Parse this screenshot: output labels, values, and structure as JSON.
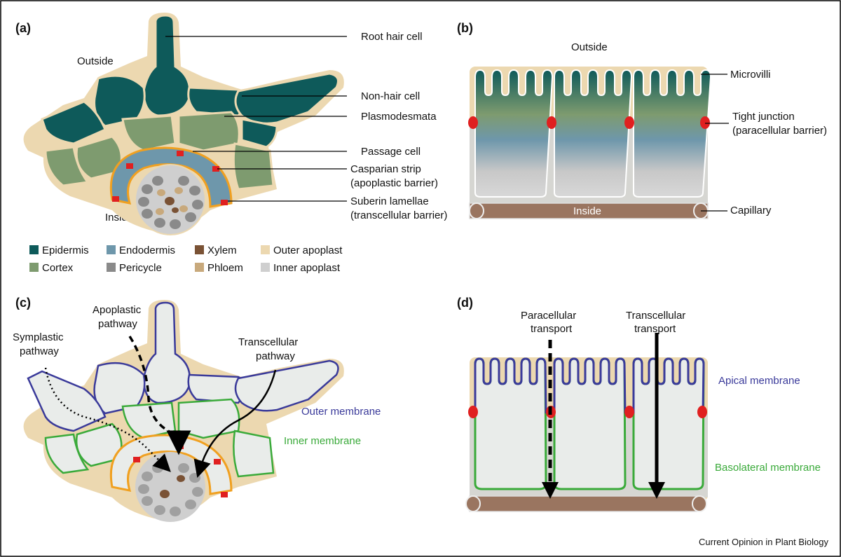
{
  "panels": {
    "a": "(a)",
    "b": "(b)",
    "c": "(c)",
    "d": "(d)"
  },
  "panel_a": {
    "outside": "Outside",
    "inside": "Inside",
    "labels": {
      "root_hair_cell": "Root hair cell",
      "non_hair_cell": "Non-hair cell",
      "plasmodesmata": "Plasmodesmata",
      "passage_cell": "Passage cell",
      "casparian_strip_1": "Casparian strip",
      "casparian_strip_2": "(apoplastic barrier)",
      "suberin_1": "Suberin lamellae",
      "suberin_2": "(transcellular barrier)"
    }
  },
  "panel_b": {
    "outside": "Outside",
    "inside": "Inside",
    "labels": {
      "microvilli": "Microvilli",
      "tight_junction_1": "Tight junction",
      "tight_junction_2": "(paracellular barrier)",
      "capillary": "Capillary"
    }
  },
  "legend": [
    {
      "label": "Epidermis",
      "color": "#0e5a5a"
    },
    {
      "label": "Endodermis",
      "color": "#6e97ab"
    },
    {
      "label": "Xylem",
      "color": "#7a5235"
    },
    {
      "label": "Outer apoplast",
      "color": "#ecd8b0"
    },
    {
      "label": "Cortex",
      "color": "#7e9b6f"
    },
    {
      "label": "Pericycle",
      "color": "#8a8a8a"
    },
    {
      "label": "Phloem",
      "color": "#c8a97c"
    },
    {
      "label": "Inner apoplast",
      "color": "#cfcfcf"
    }
  ],
  "panel_c": {
    "symplastic_1": "Symplastic",
    "symplastic_2": "pathway",
    "apoplastic_1": "Apoplastic",
    "apoplastic_2": "pathway",
    "transcellular_1": "Transcellular",
    "transcellular_2": "pathway",
    "outer_membrane": "Outer membrane",
    "inner_membrane": "Inner membrane"
  },
  "panel_d": {
    "paracellular_1": "Paracellular",
    "paracellular_2": "transport",
    "transcellular_1": "Transcellular",
    "transcellular_2": "transport",
    "apical_membrane": "Apical membrane",
    "basolateral_membrane": "Basolateral membrane"
  },
  "colors": {
    "epidermis": "#0e5a5a",
    "cortex": "#7e9b6f",
    "endodermis": "#6e97ab",
    "pericycle": "#8a8a8a",
    "xylem": "#7a5235",
    "phloem": "#c8a97c",
    "outer_apoplast": "#ecd8b0",
    "inner_apoplast": "#cfcfcf",
    "casparian": "#e02020",
    "suberin": "#f0a020",
    "outer_membrane": "#3a3a9a",
    "inner_membrane": "#3aaa3a",
    "capillary": "#9a7560"
  },
  "credit": "Current Opinion in Plant Biology"
}
